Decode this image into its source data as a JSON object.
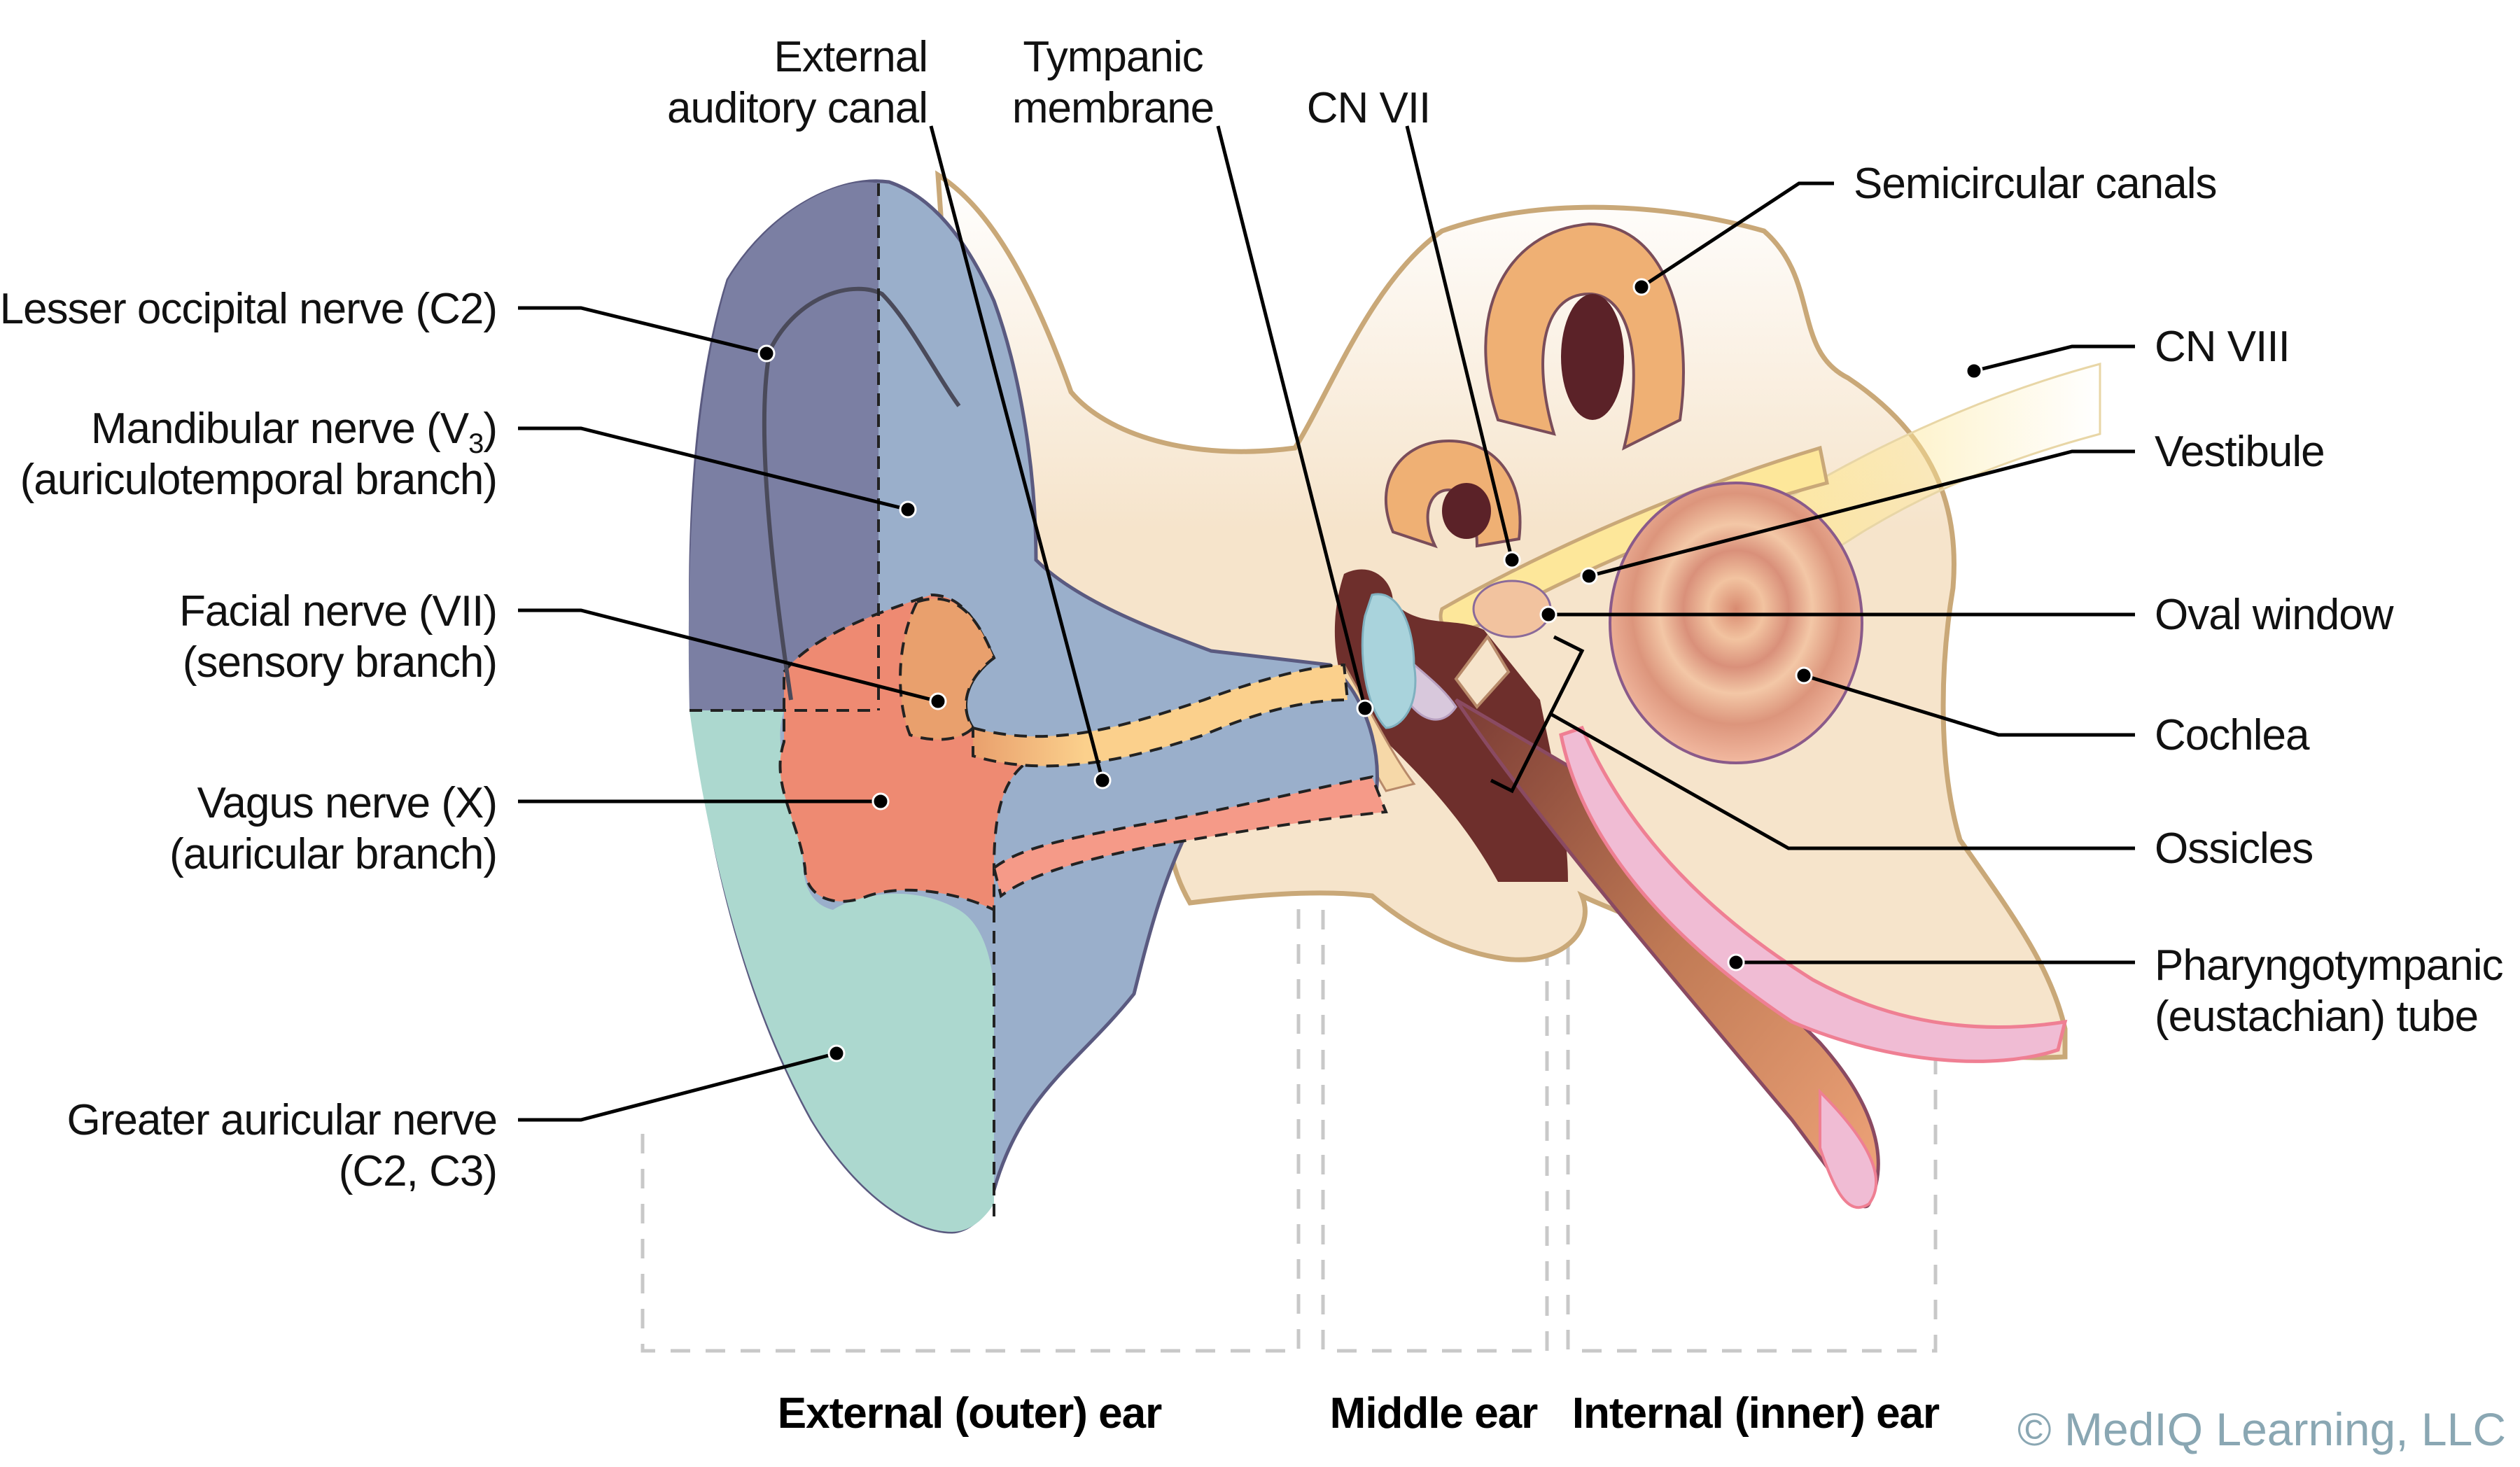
{
  "title": "Anatomy of the ear and its sensory innervation",
  "colors": {
    "lesser_occipital": "#7b7fa3",
    "auriculotemporal": "#9aafcb",
    "facial_sensory": "#e9a06d",
    "vagus_auricular": "#ee8a72",
    "greater_auricular": "#acd8cf",
    "bone": "#f6e4cb",
    "bone_outline": "#c9a878",
    "cn_nerve": "#fde79a",
    "inner_ear": "#e8a57f",
    "eustachian": "#f0bcd4",
    "copyright": "#8aa7b3"
  },
  "top_labels": {
    "external_auditory_canal": [
      "External",
      "auditory canal"
    ],
    "tympanic_membrane": [
      "Tympanic",
      "membrane"
    ],
    "cn_vii": "CN VII"
  },
  "left_labels": [
    {
      "id": "lesser-occipital",
      "lines": [
        "Lesser occipital nerve (C2)"
      ]
    },
    {
      "id": "mandibular",
      "line1_main": "Mandibular nerve (V",
      "line1_sub": "3",
      "line1_end": ")",
      "line2": "(auriculotemporal branch)"
    },
    {
      "id": "facial",
      "lines": [
        "Facial nerve (VII)",
        "(sensory branch)"
      ]
    },
    {
      "id": "vagus",
      "lines": [
        "Vagus nerve (X)",
        "(auricular branch)"
      ]
    },
    {
      "id": "greater-auricular",
      "lines": [
        "Greater auricular nerve",
        "(C2, C3)"
      ]
    }
  ],
  "right_labels": [
    {
      "id": "semicircular-canals",
      "lines": [
        "Semicircular canals"
      ]
    },
    {
      "id": "cn-viii",
      "lines": [
        "CN VIII"
      ]
    },
    {
      "id": "vestibule",
      "lines": [
        "Vestibule"
      ]
    },
    {
      "id": "oval-window",
      "lines": [
        "Oval window"
      ]
    },
    {
      "id": "cochlea",
      "lines": [
        "Cochlea"
      ]
    },
    {
      "id": "ossicles",
      "lines": [
        "Ossicles"
      ]
    },
    {
      "id": "pharyngotympanic",
      "lines": [
        "Pharyngotympanic",
        "(eustachian) tube"
      ]
    }
  ],
  "regions": {
    "external": "External (outer) ear",
    "middle": "Middle ear",
    "internal": "Internal (inner) ear"
  },
  "copyright": "© MedIQ Learning, LLC"
}
